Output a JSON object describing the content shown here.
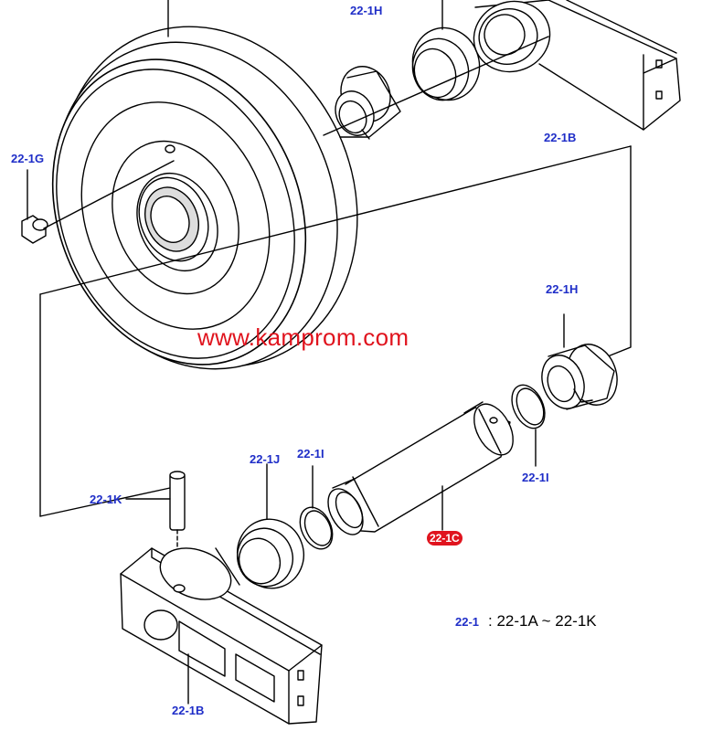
{
  "diagram": {
    "watermark": "www.kamprom.com",
    "labels": {
      "top_22_1H": "22-1H",
      "top_22_1B": "22-1B",
      "left_22_1G": "22-1G",
      "right_22_1H": "22-1H",
      "ring_22_1I_left": "22-1I",
      "ring_22_1I_right": "22-1I",
      "seal_22_1J": "22-1J",
      "pin_22_1K": "22-1K",
      "shaft_22_1C": "22-1C",
      "bottom_22_1B": "22-1B"
    },
    "legend": {
      "code": "22-1",
      "range": ": 22-1A ~ 22-1K"
    },
    "colors": {
      "label": "#1f2ec8",
      "highlight": "#e0141e",
      "line": "#000000"
    }
  }
}
